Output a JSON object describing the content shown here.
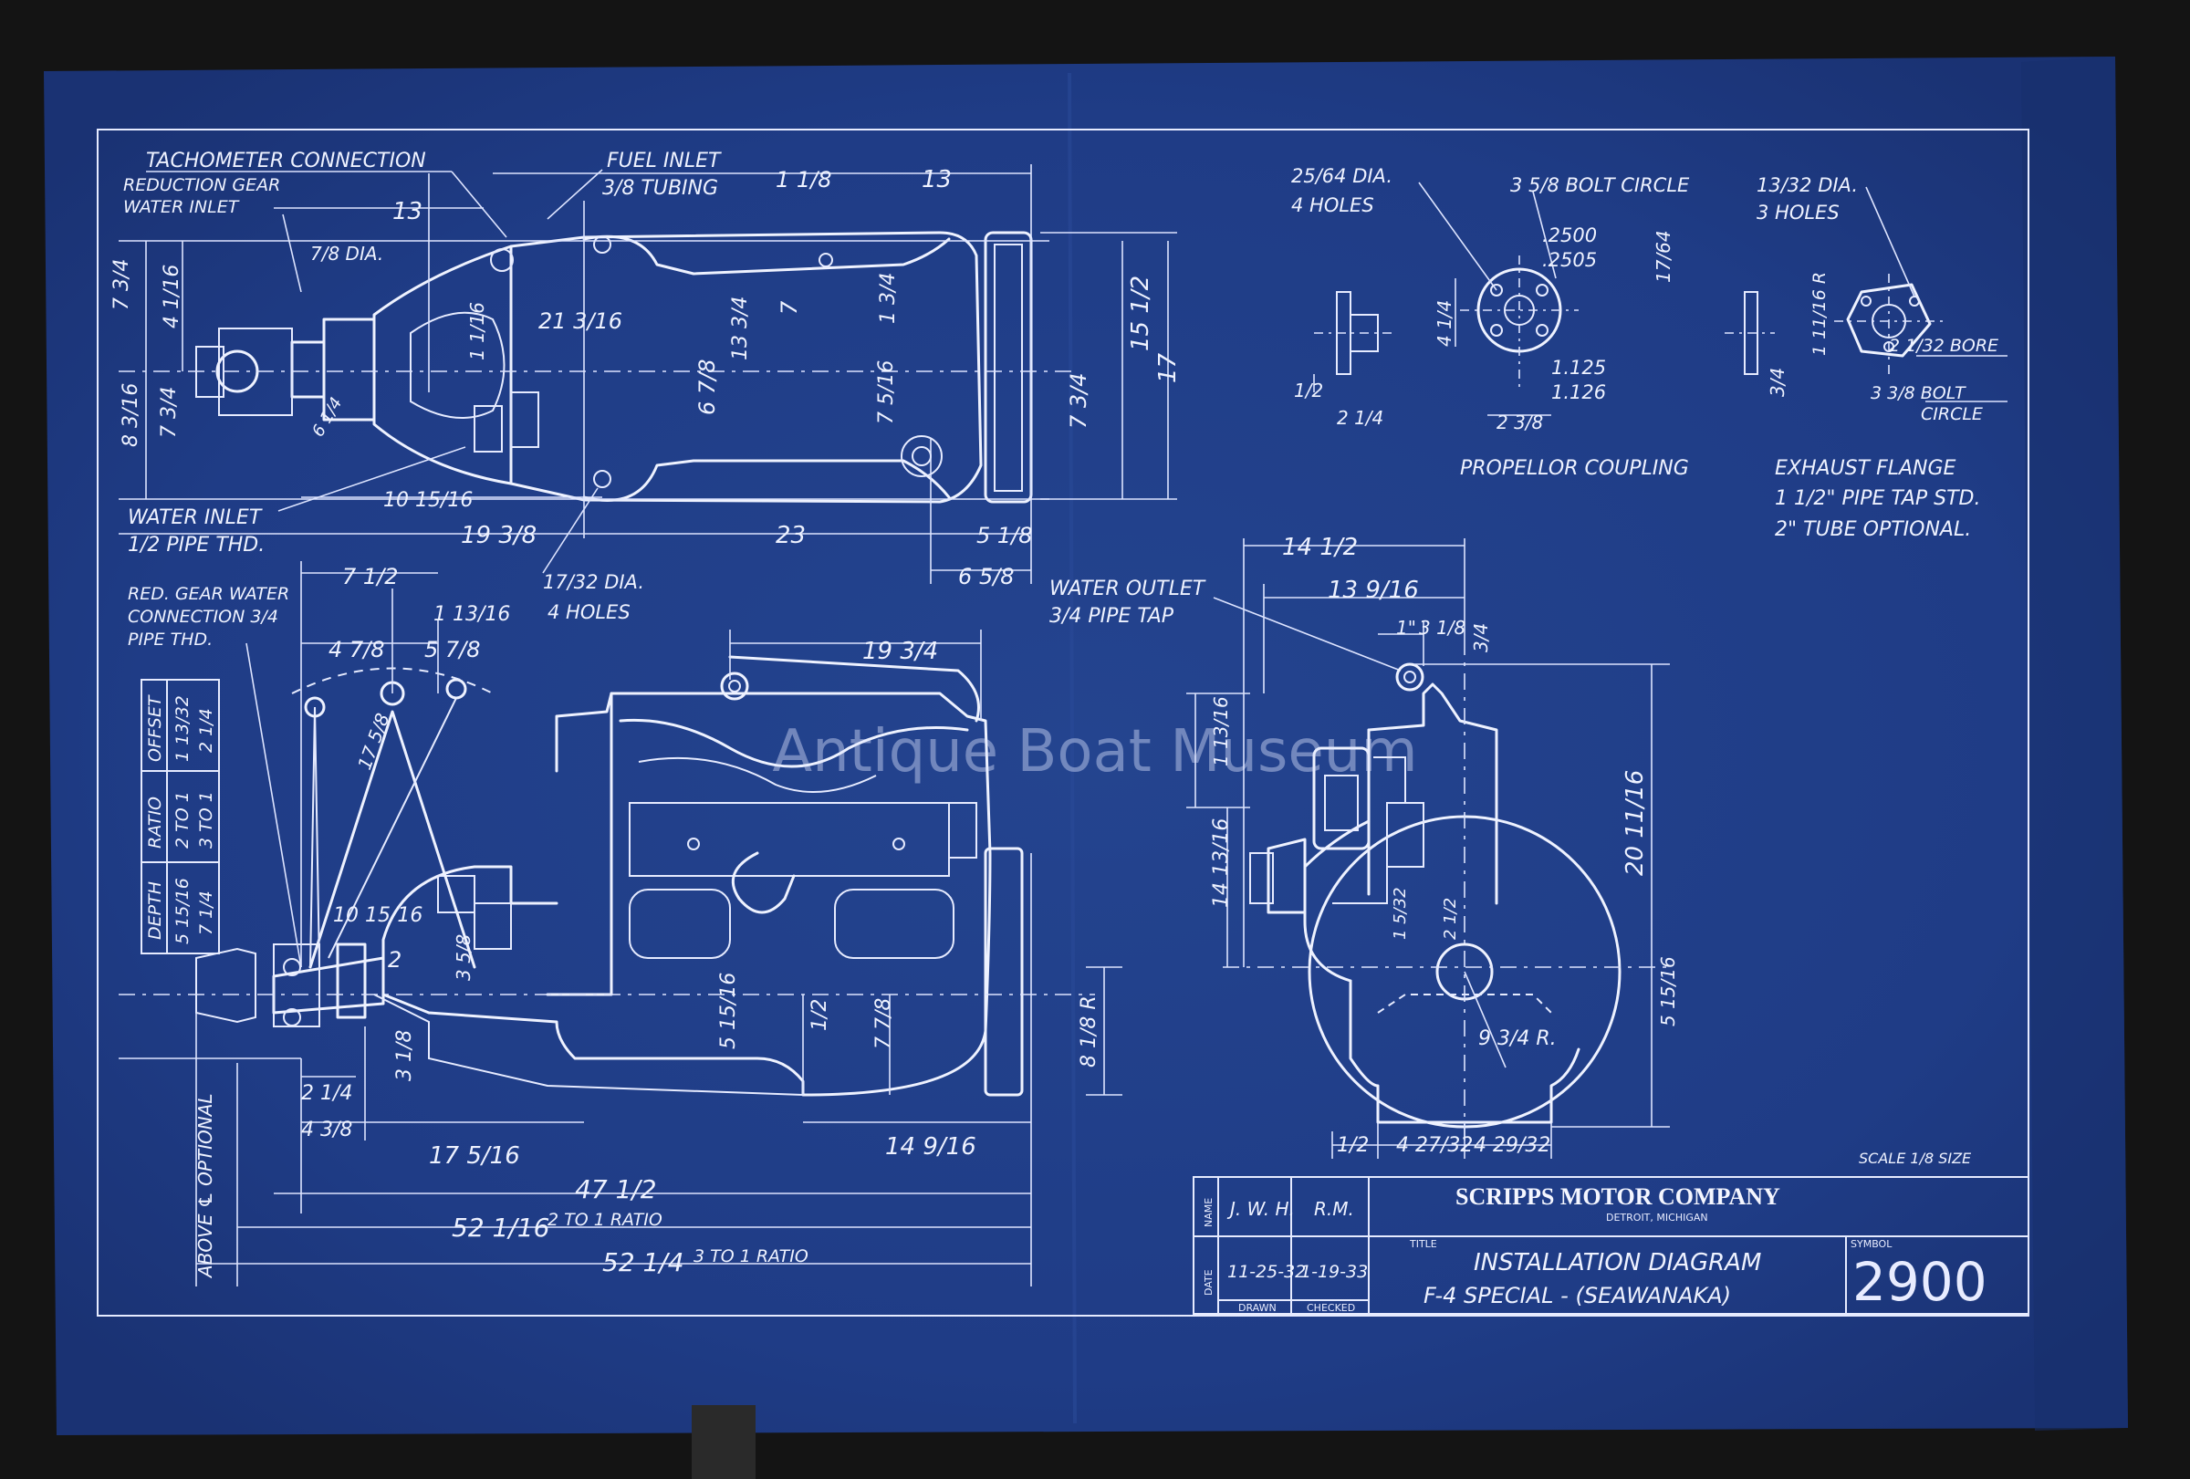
{
  "watermark": "Antique Boat Museum",
  "top_view": {
    "labels": {
      "tachometer": "TACHOMETER CONNECTION",
      "red_gear_water_inlet_1": "REDUCTION GEAR",
      "red_gear_water_inlet_2": "WATER INLET",
      "fuel_inlet": "FUEL INLET",
      "fuel_tubing": "3/8 TUBING",
      "water_inlet": "WATER INLET",
      "water_inlet_pipe": "1/2 PIPE THD.",
      "holes_dia": "17/32 DIA.",
      "holes_count": "4 HOLES"
    },
    "dims": {
      "d_13a": "13",
      "d_13b": "13",
      "d_1_1_8": "1 1/8",
      "d_7_8_dia": "7/8 DIA.",
      "d_7_3_4a": "7 3/4",
      "d_4_1_16": "4 1/16",
      "d_8_3_16": "8 3/16",
      "d_7_3_4b": "7 3/4",
      "d_21_3_16": "21 3/16",
      "d_1_1_16": "1 1/16",
      "d_13_3_4": "13 3/4",
      "d_7": "7",
      "d_1_3_4": "1 3/4",
      "d_15_1_2": "15 1/2",
      "d_6_7_8": "6 7/8",
      "d_7_5_16": "7 5/16",
      "d_7_3_4c": "7 3/4",
      "d_17": "17",
      "d_6_1_4": "6 1/4",
      "d_10_15_16": "10 15/16",
      "d_19_3_8": "19 3/8",
      "d_23": "23",
      "d_5_1_8": "5 1/8",
      "d_6_5_8": "6 5/8"
    }
  },
  "side_view": {
    "labels": {
      "red_gear_1": "RED. GEAR WATER",
      "red_gear_2": "CONNECTION 3/4",
      "red_gear_3": "PIPE THD.",
      "water_outlet": "WATER OUTLET",
      "water_outlet_pipe": "3/4 PIPE TAP",
      "above_optional": "ABOVE ℄ OPTIONAL"
    },
    "table": {
      "headers": [
        "DEPTH",
        "RATIO",
        "OFFSET"
      ],
      "rows": [
        [
          "5 15/16",
          "2 TO 1",
          "1 13/32"
        ],
        [
          "7 1/4",
          "3 TO 1",
          "2 1/4"
        ]
      ]
    },
    "dims": {
      "d_7_1_2": "7 1/2",
      "d_1_13_16": "1 13/16",
      "d_4_7_8": "4 7/8",
      "d_5_7_8": "5 7/8",
      "d_19_3_4": "19 3/4",
      "d_17_5_8": "17 5/8",
      "d_10_15_16": "10 15/16",
      "d_2": "2",
      "d_3_5_8": "3 5/8",
      "d_5_15_16": "5 15/16",
      "d_1_2": "1/2",
      "d_7_7_8": "7 7/8",
      "d_8_1_8_r": "8 1/8 R",
      "d_2_1_4": "2 1/4",
      "d_3_1_8": "3 1/8",
      "d_4_3_8": "4 3/8",
      "d_17_5_16": "17 5/16",
      "d_14_9_16": "14 9/16",
      "d_47_1_2": "47 1/2",
      "d_52_1_16": "52 1/16",
      "note_2to1": "2 TO 1 RATIO",
      "d_52_1_4": "52 1/4",
      "note_3to1": "3 TO 1 RATIO"
    }
  },
  "end_view": {
    "dims": {
      "d_14_1_2": "14 1/2",
      "d_13_9_16": "13 9/16",
      "d_1": "1\"",
      "d_3_1_8": "3 1/8",
      "d_3_4": "3/4",
      "d_1_13_16": "1 13/16",
      "d_14_13_16": "14 13/16",
      "d_20_11_16": "20 11/16",
      "d_1_5_32": "1 5/32",
      "d_2_1_2": "2 1/2",
      "d_9_3_4_r": "9 3/4 R.",
      "d_5_15_16": "5 15/16",
      "d_1_2": "1/2",
      "d_4_27_32": "4 27/32",
      "d_4_29_32": "4 29/32"
    }
  },
  "propeller_coupling": {
    "title": "PROPELLOR COUPLING",
    "holes_dia": "25/64 DIA.",
    "holes_count": "4 HOLES",
    "bolt_circle": "3 5/8 BOLT CIRCLE",
    "bore_a": ".2500",
    "bore_b": ".2505",
    "d_17_64": "17/64",
    "d_4_1_4": "4 1/4",
    "d_1_2": "1/2",
    "d_2_1_4": "2 1/4",
    "d_1_125": "1.125",
    "d_1_126": "1.126",
    "d_2_3_8": "2 3/8"
  },
  "exhaust_flange": {
    "holes_dia": "13/32 DIA.",
    "holes_count": "3 HOLES",
    "d_1_11_16_r": "1 11/16 R",
    "bore": "2 1/32 BORE",
    "d_3_4": "3/4",
    "bolt_circle_a": "3 3/8 BOLT",
    "bolt_circle_b": "CIRCLE",
    "title": "EXHAUST FLANGE",
    "line_1": "1 1/2\" PIPE TAP STD.",
    "line_2": "2\" TUBE OPTIONAL."
  },
  "title_block": {
    "scale": "SCALE 1/8 SIZE",
    "name_label": "NAME",
    "date_label": "DATE",
    "drawn_name": "J. W. H.",
    "checked_name": "R.M.",
    "drawn_date": "11-25-32",
    "checked_date": "1-19-33",
    "drawn_label": "DRAWN",
    "checked_label": "CHECKED",
    "company": "SCRIPPS MOTOR COMPANY",
    "city": "DETROIT, MICHIGAN",
    "title_label": "TITLE",
    "title_line_1": "INSTALLATION DIAGRAM",
    "title_line_2": "F-4 SPECIAL - (SEAWANAKA)",
    "symbol_label": "SYMBOL",
    "symbol": "2900"
  },
  "colors": {
    "backdrop": "#141414",
    "blueprint": "#1e3b87",
    "line": "#eef2ff"
  }
}
